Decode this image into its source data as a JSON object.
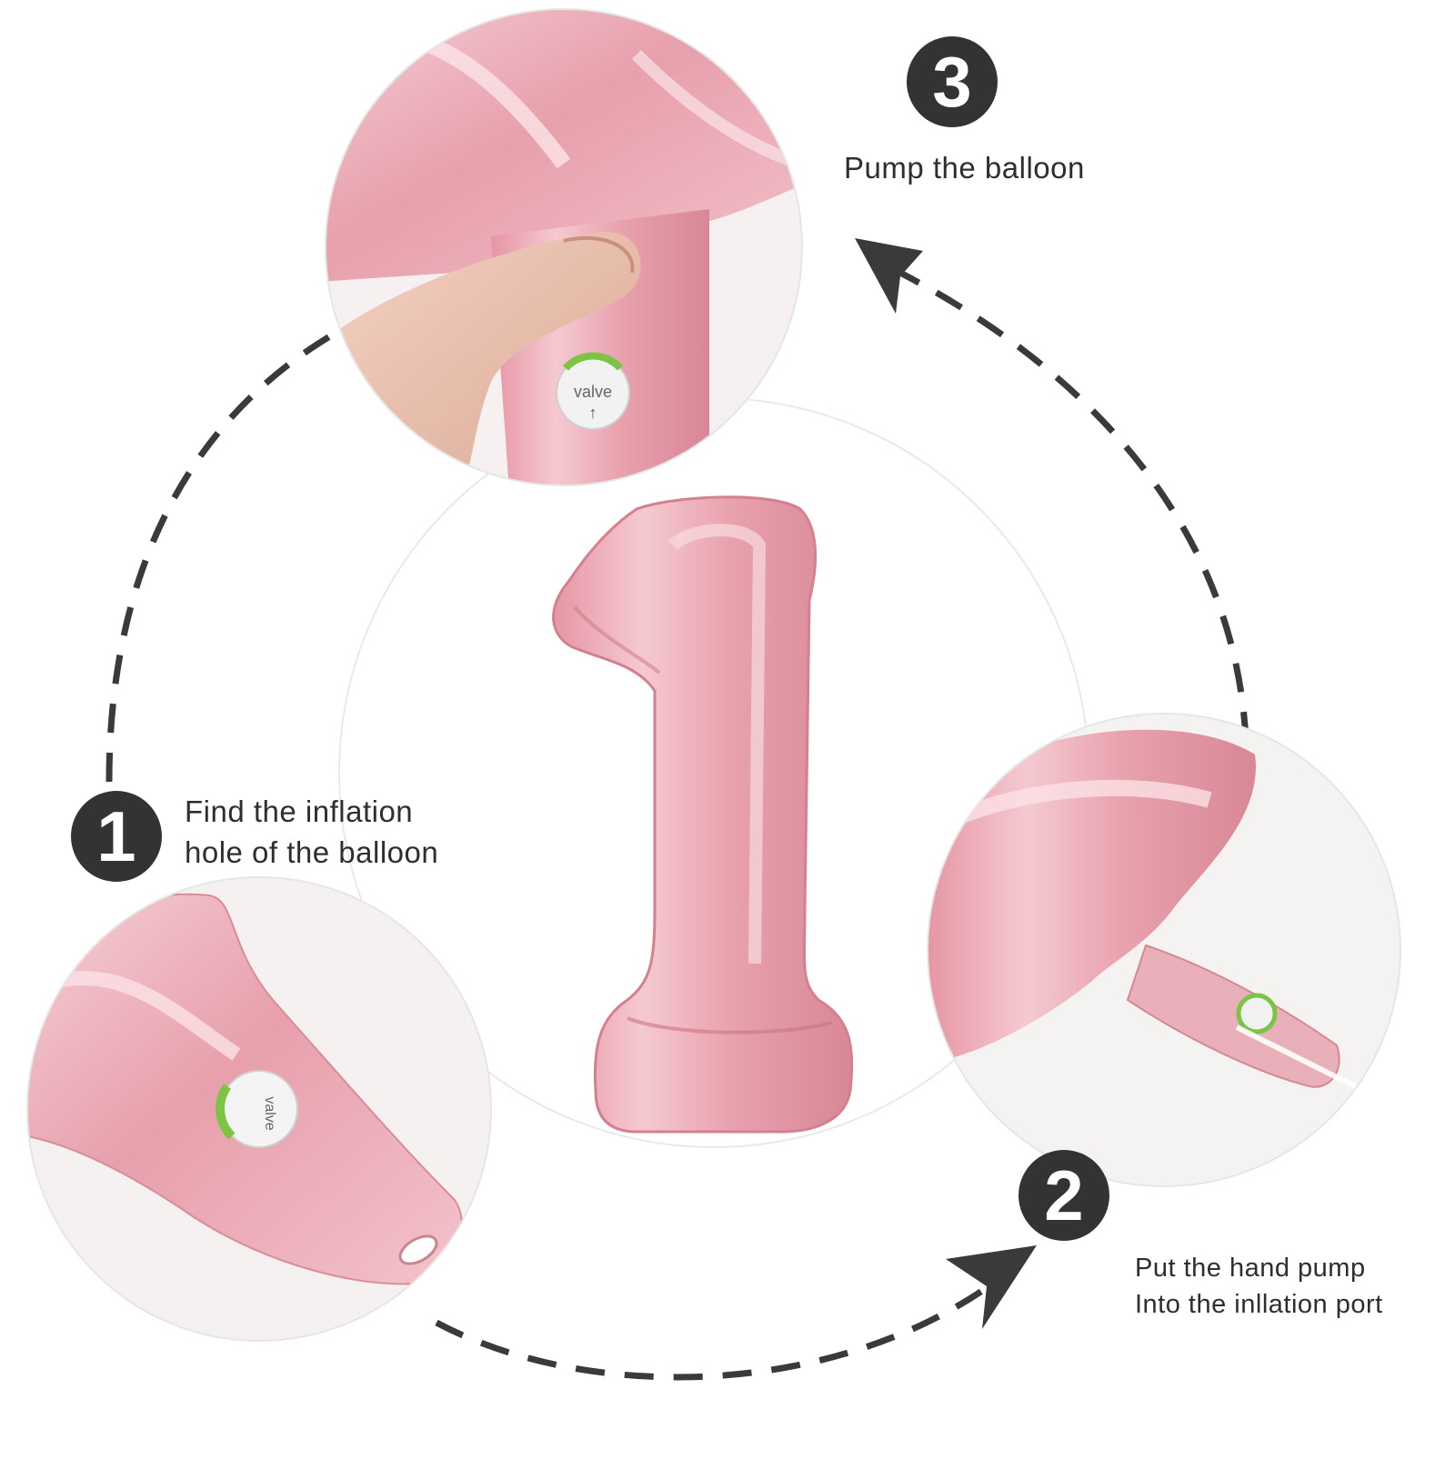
{
  "colors": {
    "dash": "#3a3a3a",
    "badge": "#333333",
    "text": "#2e2e2e",
    "balloon_pink": "#e8a2ad"
  },
  "steps": [
    {
      "number": "1",
      "lines": [
        "Find the inflation",
        "hole of the balloon"
      ],
      "photo": "balloon-valve-closeup"
    },
    {
      "number": "2",
      "lines": [
        "Put the hand pump",
        "Into the inllation port"
      ],
      "photo": "pump-straw-in-valve"
    },
    {
      "number": "3",
      "lines": [
        "Pump the balloon"
      ],
      "photo": "fingers-holding-valve"
    }
  ],
  "valve_label": "valve",
  "center_balloon": {
    "digit": "1",
    "color": "light-pink"
  }
}
